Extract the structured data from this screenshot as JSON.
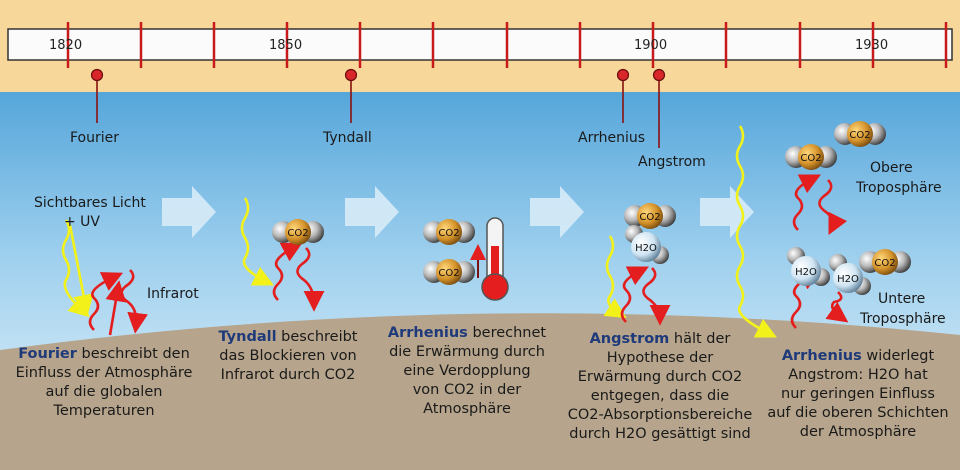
{
  "timeline": {
    "years": [
      "1820",
      "1850",
      "1900",
      "1930"
    ],
    "scientists": [
      "Fourier",
      "Tyndall",
      "Arrhenius",
      "Angstrom"
    ]
  },
  "panel1": {
    "light_label_line1": "Sichtbares Licht",
    "light_label_line2": "+ UV",
    "infrared_label": "Infrarot"
  },
  "molecules": {
    "co2": "CO2",
    "h2o": "H2O"
  },
  "panel5": {
    "upper_label_line1": "Obere",
    "upper_label_line2": "Troposphäre",
    "lower_label_line1": "Untere",
    "lower_label_line2": "Troposphäre"
  },
  "captions": [
    {
      "name": "Fourier",
      "text": "beschreibt den",
      "rest": [
        "Einfluss der Atmosphäre",
        "auf die globalen",
        "Temperaturen"
      ]
    },
    {
      "name": "Tyndall",
      "text": "beschreibt",
      "rest": [
        "das Blockieren von",
        "Infrarot durch CO2"
      ]
    },
    {
      "name": "Arrhenius",
      "text": "berechnet",
      "rest": [
        "die Erwärmung durch",
        "eine Verdopplung",
        "von CO2 in der",
        "Atmosphäre"
      ]
    },
    {
      "name": "Angstrom",
      "text": "hält der",
      "rest": [
        "Hypothese der",
        "Erwärmung durch CO2",
        "entgegen, dass die",
        "CO2-Absorptionsbereiche",
        "durch H2O gesättigt sind"
      ]
    },
    {
      "name": "Arrhenius",
      "text": "widerlegt",
      "rest": [
        "Angstrom: H2O hat",
        "nur geringen Einfluss",
        "auf die oberen Schichten",
        "der Atmosphäre"
      ]
    }
  ],
  "colors": {
    "sky_top": "#2d8fd0",
    "sky_bottom": "#e8f4fb",
    "ground": "#b6a58c",
    "timeline_band": "#f7d79a",
    "arrow_red": "#e41e1e",
    "arrow_yellow": "#f2f21a",
    "carbon": "#d4922a",
    "oxygen": "#9a9a9a",
    "caption_name": "#1f3a7a"
  }
}
